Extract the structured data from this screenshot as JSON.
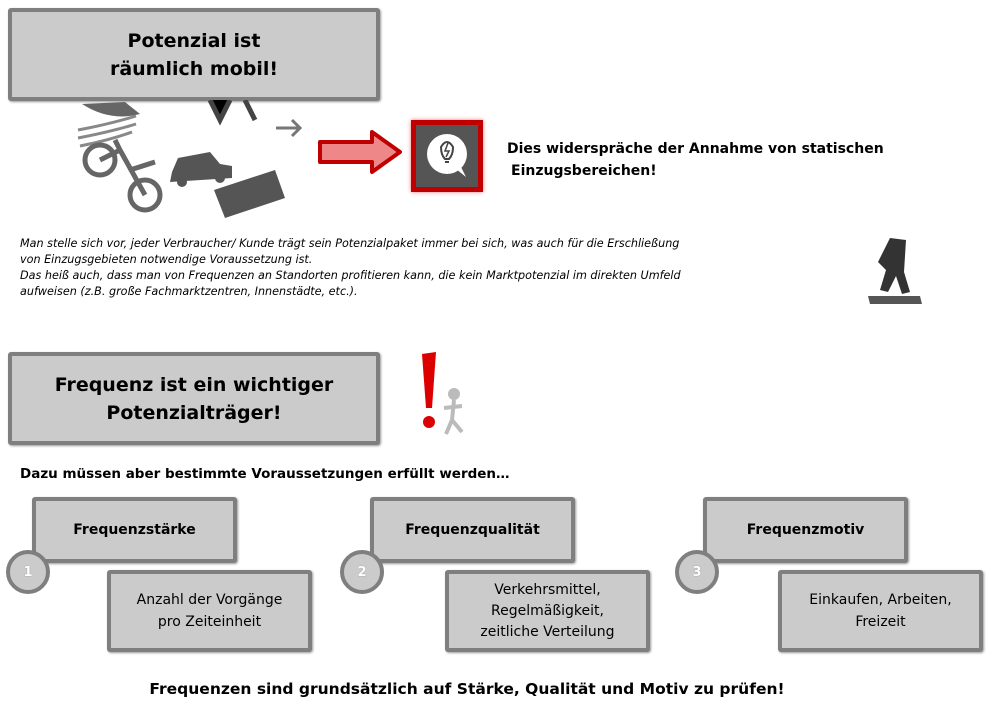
{
  "header1": {
    "line1": "Potenzial ist",
    "line2": "räumlich mobil!"
  },
  "callout": {
    "line1": "Dies widerspräche der Annahme von statischen",
    "line2": "Einzugsbereichen!"
  },
  "paragraph": {
    "lines": [
      "Man stelle sich vor, jeder Verbraucher/ Kunde trägt sein Potenzialpaket immer bei sich, was auch für die Erschließung",
      "von Einzugsgebieten notwendige Voraussetzung ist.",
      "Das heiß auch, dass man von Frequenzen an Standorten profitieren kann, die kein Marktpotenzial im direkten Umfeld",
      "aufweisen (z.B. große Fachmarktzentren, Innenstädte, etc.)."
    ]
  },
  "header2": {
    "line1": "Frequenz ist ein wichtiger",
    "line2": "Potenzialträger!"
  },
  "intro": "Dazu müssen aber bestimmte Voraussetzungen erfüllt werden…",
  "steps": [
    {
      "number": "1",
      "title": "Frequenzstärke",
      "desc": [
        "Anzahl der Vorgänge",
        "pro Zeiteinheit"
      ]
    },
    {
      "number": "2",
      "title": "Frequenzqualität",
      "desc": [
        "Verkehrsmittel,",
        "Regelmäßigkeit,",
        "zeitliche Verteilung"
      ]
    },
    {
      "number": "3",
      "title": "Frequenzmotiv",
      "desc": [
        "Einkaufen, Arbeiten,",
        "Freizeit"
      ]
    }
  ],
  "conclusion": "Frequenzen sind grundsätzlich auf Stärke, Qualität und Motiv zu prüfen!",
  "colors": {
    "box": "#cbcbcb",
    "border": "#7f7f7f",
    "accent": "#c00000"
  }
}
